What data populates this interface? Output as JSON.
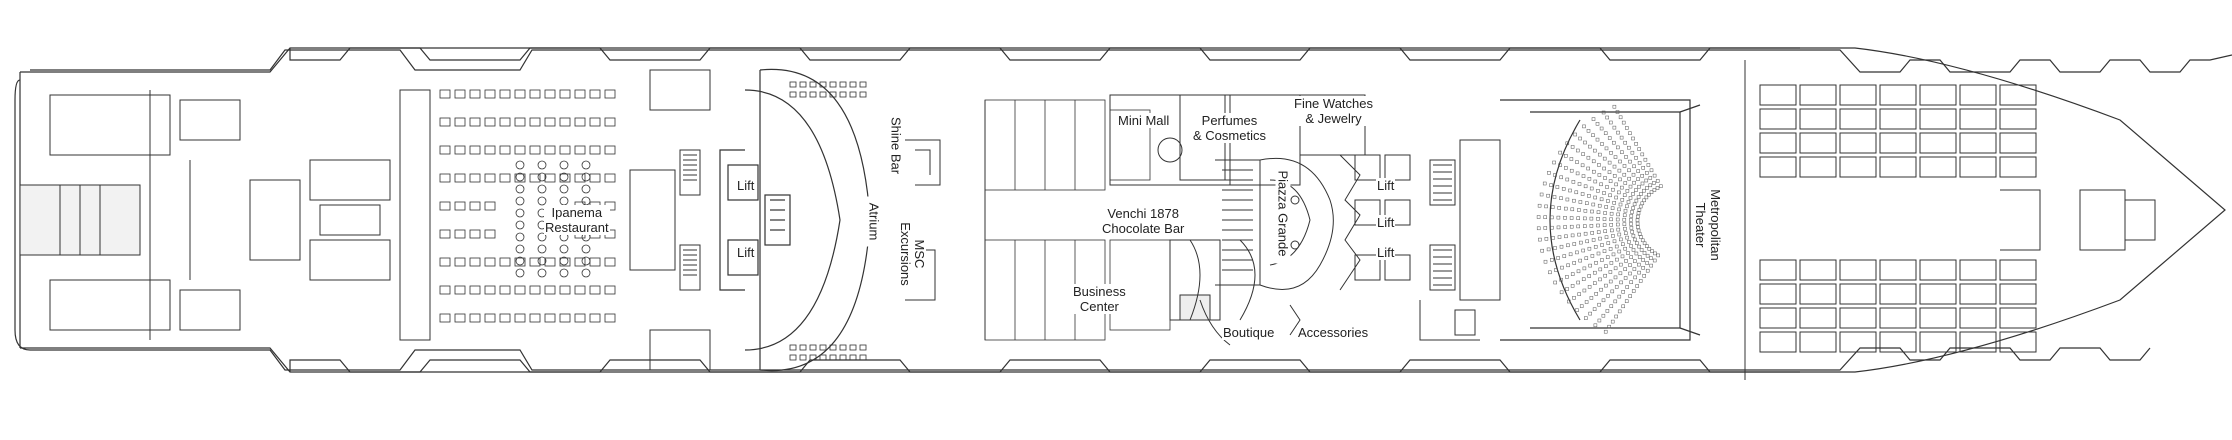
{
  "labels": {
    "ipanema_1": "Ipanema",
    "ipanema_2": "Restaurant",
    "lift_upper_left": "Lift",
    "lift_lower_left": "Lift",
    "lift_upper_right": "Lift",
    "lift_mid_right": "Lift",
    "lift_lower_right": "Lift",
    "atrium": "Atrium",
    "shine_bar": "Shine Bar",
    "msc_excursions_1": "MSC",
    "msc_excursions_2": "Excursions",
    "mini_mall": "Mini Mall",
    "perfumes_1": "Perfumes",
    "perfumes_2": "& Cosmetics",
    "watches_1": "Fine Watches",
    "watches_2": "& Jewelry",
    "venchi_1": "Venchi 1878",
    "venchi_2": "Chocolate Bar",
    "piazza_grande": "Piazza Grande",
    "business_1": "Business",
    "business_2": "Center",
    "boutique": "Boutique",
    "accessories": "Accessories",
    "metropolitan_1": "Metropolitan",
    "metropolitan_2": "Theater"
  },
  "colors": {
    "line": "#333333",
    "background": "#ffffff"
  }
}
